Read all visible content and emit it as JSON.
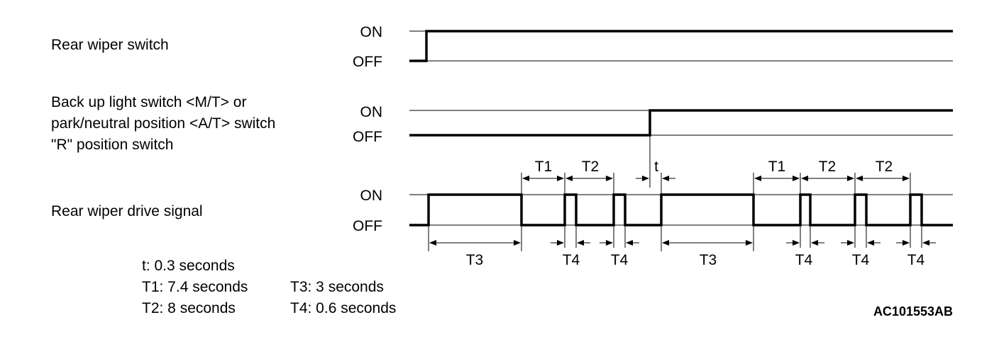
{
  "signals": [
    {
      "label_lines": [
        "Rear wiper switch"
      ],
      "on": "ON",
      "off": "OFF"
    },
    {
      "label_lines": [
        "Back up light switch <M/T> or",
        "park/neutral position <A/T> switch",
        "\"R\" position switch"
      ],
      "on": "ON",
      "off": "OFF"
    },
    {
      "label_lines": [
        "Rear wiper drive signal"
      ],
      "on": "ON",
      "off": "OFF"
    }
  ],
  "timing_labels": {
    "upper": [
      "T1",
      "T2",
      "t",
      "T1",
      "T2",
      "T2"
    ],
    "lower": [
      "T3",
      "T4",
      "T4",
      "T3",
      "T4",
      "T4",
      "T4"
    ]
  },
  "legend": {
    "t": "t: 0.3 seconds",
    "T1": "T1: 7.4 seconds",
    "T2": "T2: 8 seconds",
    "T3": "T3: 3 seconds",
    "T4": "T4: 0.6 seconds"
  },
  "figure_id": "AC101553AB"
}
